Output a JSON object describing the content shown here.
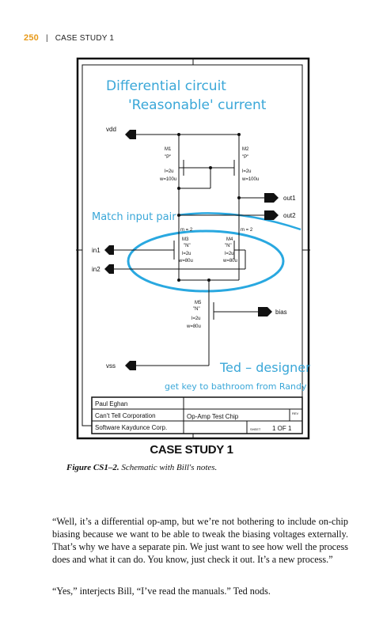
{
  "header": {
    "page_number": "250",
    "separator": "|",
    "section": "CASE STUDY 1"
  },
  "figure": {
    "notes": {
      "title_line1": "Differential circuit",
      "title_line2": "'Reasonable' current",
      "match_pair": "Match input pair",
      "designer": "Ted – designer",
      "key_note": "get key to bathroom from Randy"
    },
    "pins": {
      "vdd": "vdd",
      "out1": "out1",
      "out2": "out2",
      "in1": "in1",
      "in2": "in2",
      "bias": "bias",
      "vss": "vss"
    },
    "devices": {
      "m1": {
        "name": "M1",
        "type": "\"P\"",
        "l": "l=2u",
        "w": "w=100u"
      },
      "m2": {
        "name": "M2",
        "type": "\"P\"",
        "l": "l=2u",
        "w": "w=100u"
      },
      "m3": {
        "name": "M3",
        "type": "\"N\"",
        "l": "l=2u",
        "w": "w=80u",
        "m": "m = 2"
      },
      "m4": {
        "name": "M4",
        "type": "\"N\"",
        "l": "l=2u",
        "w": "w=80u",
        "m": "m = 2"
      },
      "m5": {
        "name": "M5",
        "type": "\"N\"",
        "l": "l=2u",
        "w": "w=80u"
      }
    },
    "title_block": {
      "row1": "Paul Eghan",
      "row2": "Can't Tell Corporation",
      "row3": "Software Kaydunce Corp.",
      "chip": "Op-Amp Test Chip",
      "rev": "REV",
      "sheet_label": "SHEET",
      "sheet": "1 OF 1"
    }
  },
  "figure_title": "CASE STUDY 1",
  "caption": {
    "label": "Figure CS1–2.",
    "text": "Schematic with Bill's notes."
  },
  "paragraphs": {
    "p1": "“Well, it’s a differential op-amp, but we’re not bothering to include on-chip biasing because we want to be able to tweak the biasing voltages externally. That’s why we have a separate pin. We just want to see how well the process does and what it can do. You know, just check it out. It’s a new process.”",
    "p2": "“Yes,” interjects Bill, “I’ve read the manuals.” Ted nods."
  }
}
